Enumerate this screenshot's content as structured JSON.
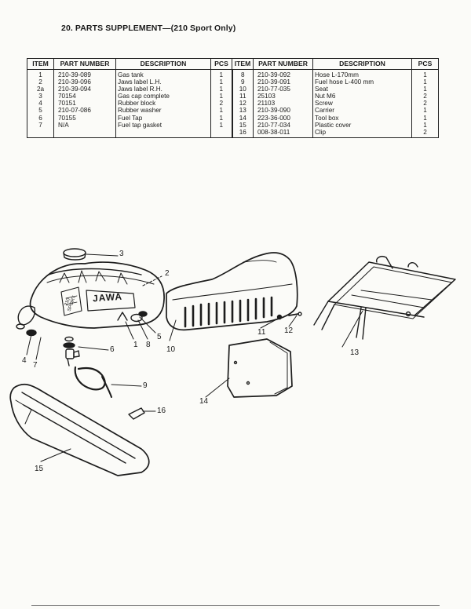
{
  "page": {
    "title": "20.  PARTS SUPPLEMENT—(210 Sport Only)"
  },
  "table": {
    "headers": {
      "item": "ITEM",
      "part_number": "PART NUMBER",
      "description": "DESCRIPTION",
      "pcs": "PCS"
    },
    "left_rows": [
      {
        "item": "1",
        "part_number": "210-39-089",
        "description": "Gas tank",
        "pcs": "1"
      },
      {
        "item": "2",
        "part_number": "210-39-096",
        "description": "Jaws label L.H.",
        "pcs": "1"
      },
      {
        "item": "2a",
        "part_number": "210-39-094",
        "description": "Jaws label R.H.",
        "pcs": "1"
      },
      {
        "item": "3",
        "part_number": "70154",
        "description": "Gas cap complete",
        "pcs": "1"
      },
      {
        "item": "4",
        "part_number": "70151",
        "description": "Rubber block",
        "pcs": "2"
      },
      {
        "item": "5",
        "part_number": "210-07-086",
        "description": "Rubber washer",
        "pcs": "1"
      },
      {
        "item": "6",
        "part_number": "70155",
        "description": "Fuel Tap",
        "pcs": "1"
      },
      {
        "item": "7",
        "part_number": "N/A",
        "description": "Fuel tap gasket",
        "pcs": "1"
      },
      {
        "item": "",
        "part_number": "",
        "description": "",
        "pcs": ""
      }
    ],
    "right_rows": [
      {
        "item": "8",
        "part_number": "210-39-092",
        "description": "Hose L-170mm",
        "pcs": "1"
      },
      {
        "item": "9",
        "part_number": "210-39-091",
        "description": "Fuel hose L-400 mm",
        "pcs": "1"
      },
      {
        "item": "10",
        "part_number": "210-77-035",
        "description": "Seat",
        "pcs": "1"
      },
      {
        "item": "11",
        "part_number": "25103",
        "description": "Nut M6",
        "pcs": "2"
      },
      {
        "item": "12",
        "part_number": "21103",
        "description": "Screw",
        "pcs": "2"
      },
      {
        "item": "13",
        "part_number": "210-39-090",
        "description": "Carrier",
        "pcs": "1"
      },
      {
        "item": "14",
        "part_number": "223-36-000",
        "description": "Tool box",
        "pcs": "1"
      },
      {
        "item": "15",
        "part_number": "210-77-034",
        "description": "Plastic cover",
        "pcs": "1"
      },
      {
        "item": "16",
        "part_number": "008-38-011",
        "description": "Clip",
        "pcs": "2"
      }
    ]
  },
  "diagram": {
    "callouts": [
      "3",
      "2",
      "1",
      "8",
      "5",
      "10",
      "11",
      "12",
      "13",
      "4",
      "7",
      "6",
      "9",
      "14",
      "16",
      "15"
    ],
    "tank_decal": "JAWA",
    "tank_badge": "210 SPORT"
  }
}
